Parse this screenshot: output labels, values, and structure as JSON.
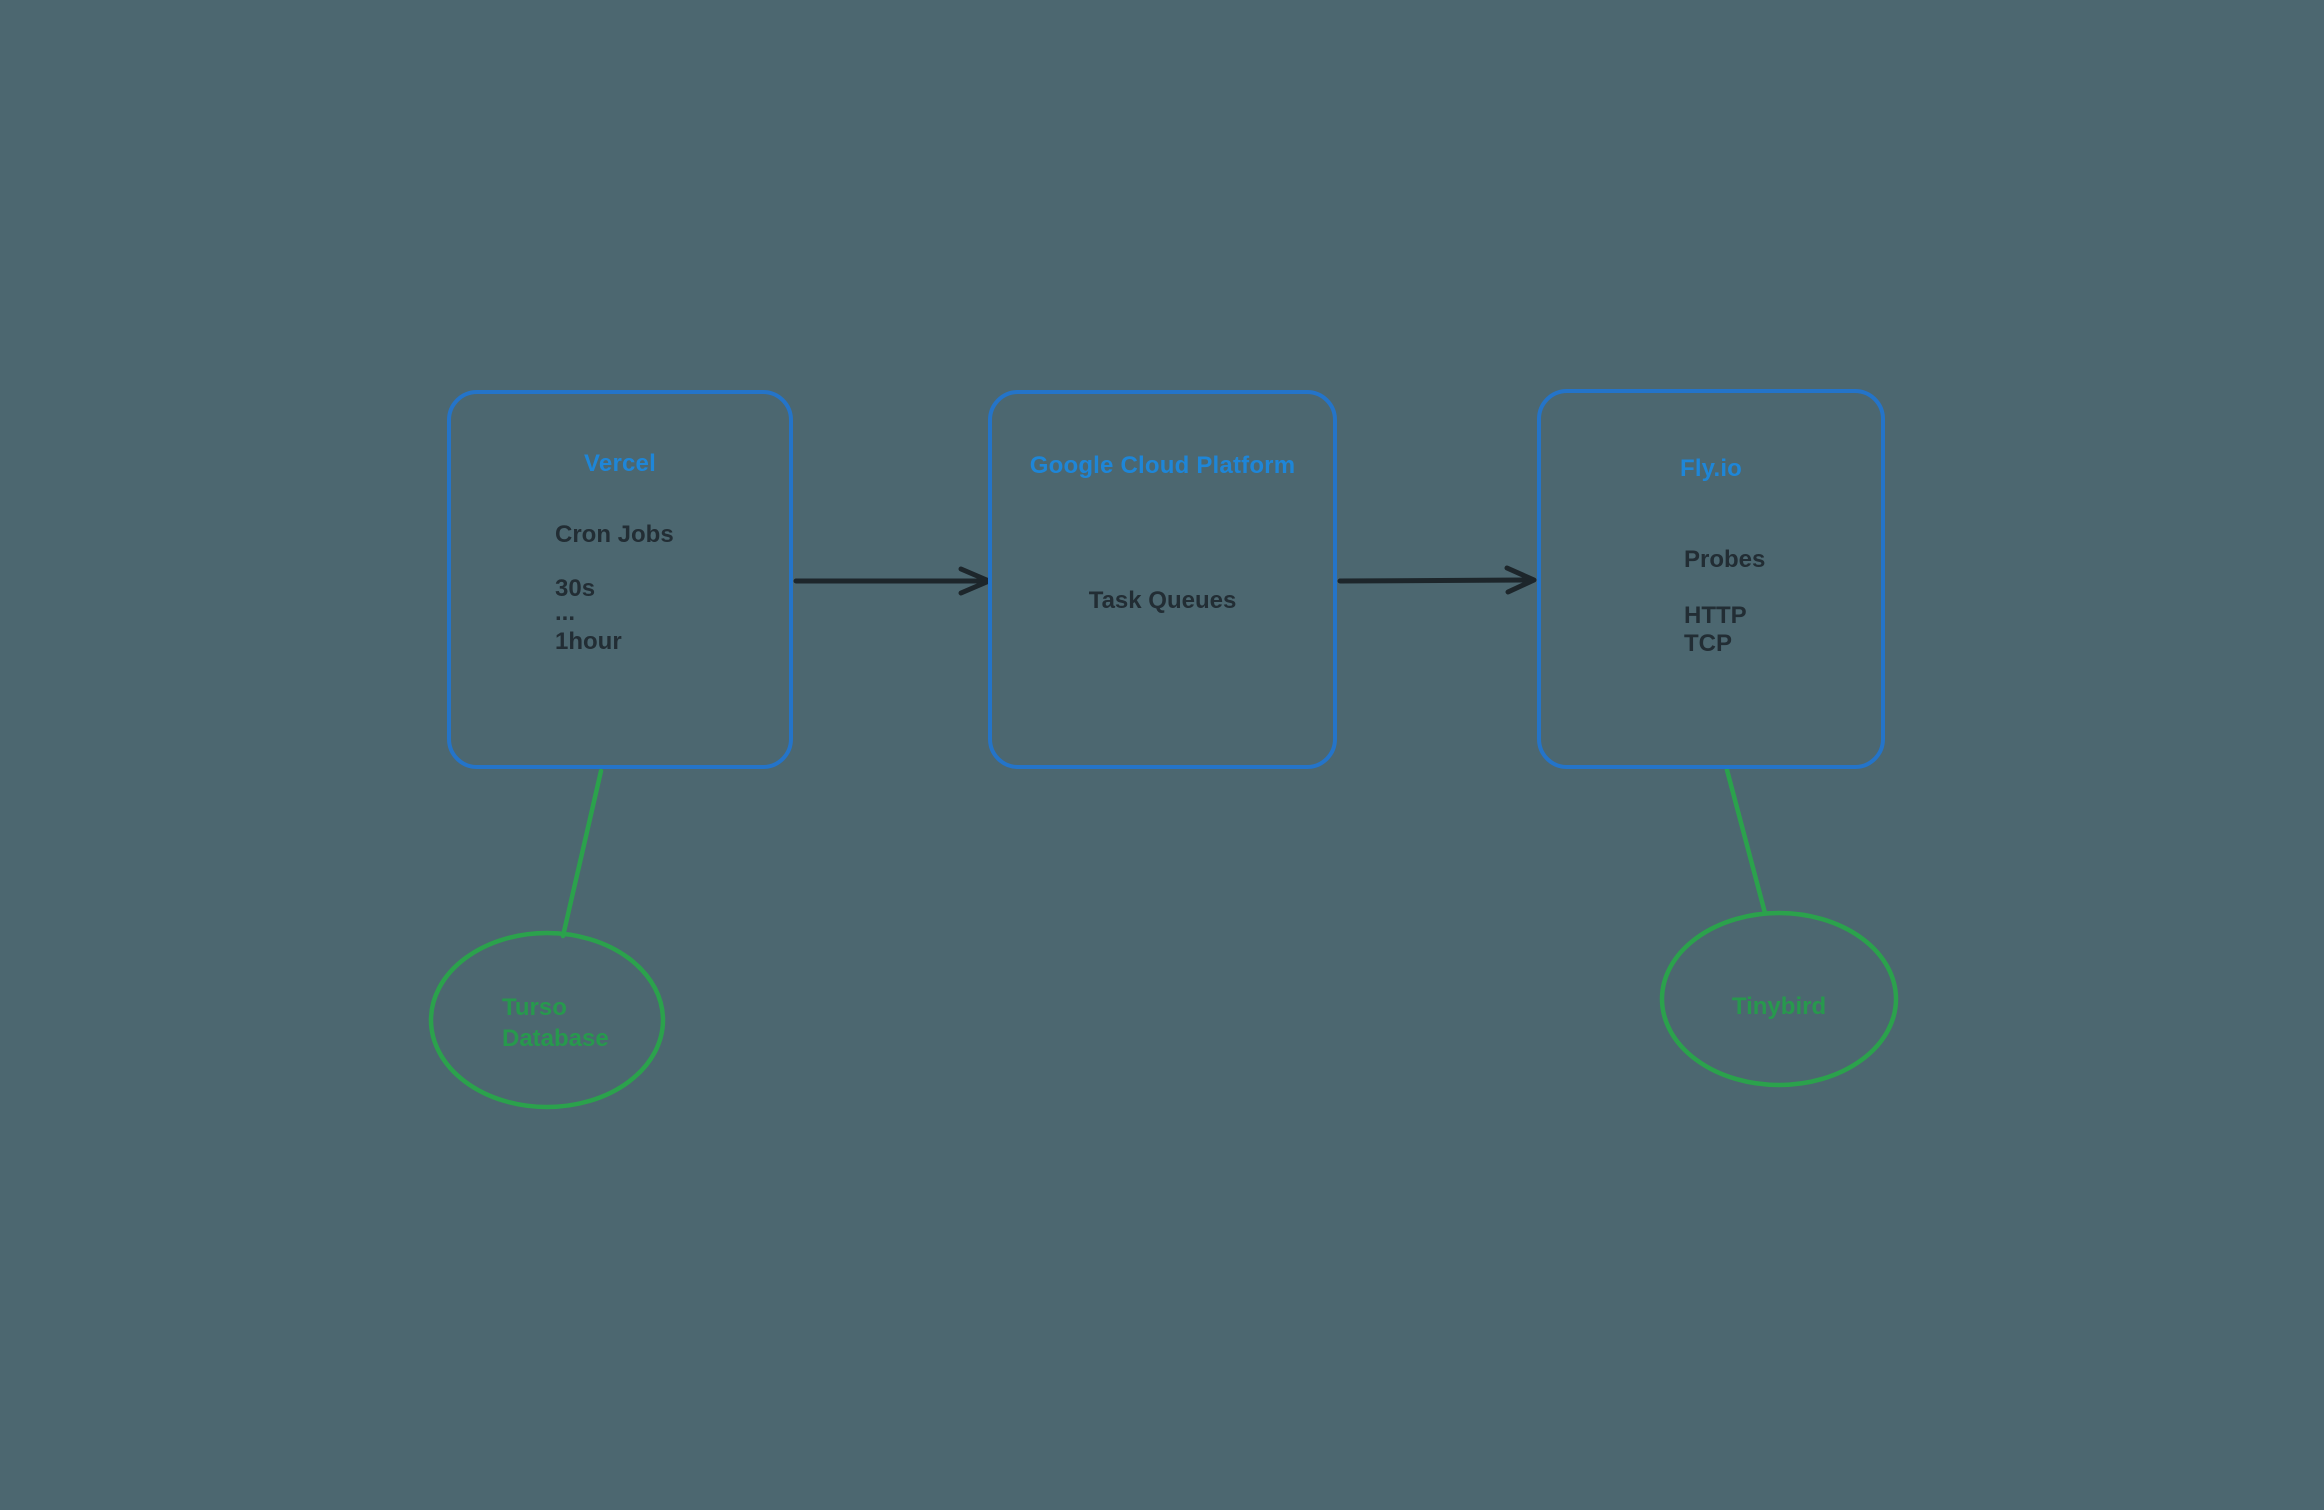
{
  "canvas": {
    "background_color": "#4c6770"
  },
  "colors": {
    "box_border_blue": "#2474c9",
    "title_blue": "#1e86d8",
    "green": "#2ba24c",
    "green_text": "#27994d",
    "dark_stroke": "#1d262b",
    "dark_text": "#222d34"
  },
  "diagram": {
    "boxes": [
      {
        "title": "Vercel",
        "lines": [
          "Cron Jobs",
          "30s",
          "...",
          "1hour"
        ]
      },
      {
        "title": "Google Cloud Platform",
        "lines": [
          "Task Queues"
        ]
      },
      {
        "title": "Fly.io",
        "lines": [
          "Probes",
          "HTTP",
          "TCP"
        ]
      }
    ],
    "ellipses": [
      {
        "lines": [
          "Turso",
          "Database"
        ]
      },
      {
        "lines": [
          "Tinybird"
        ]
      }
    ],
    "edges": [
      {
        "from": "Vercel",
        "to": "Google Cloud Platform",
        "style": "arrow",
        "color": "dark"
      },
      {
        "from": "Google Cloud Platform",
        "to": "Fly.io",
        "style": "arrow",
        "color": "dark"
      },
      {
        "from": "Vercel",
        "to": "Turso Database",
        "style": "line",
        "color": "green"
      },
      {
        "from": "Fly.io",
        "to": "Tinybird",
        "style": "line",
        "color": "green"
      }
    ]
  }
}
